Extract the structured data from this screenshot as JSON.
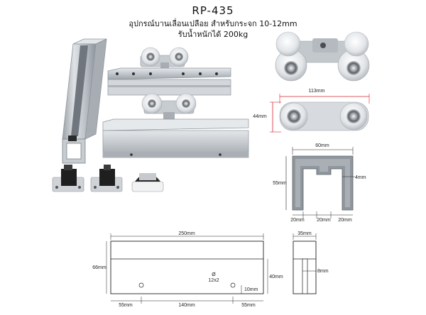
{
  "header": {
    "model": "RP-435",
    "line1": "อุปกรณ์บานเลื่อนเปลือย สำหรับกระจก 10-12mm",
    "line2": "รับน้ำหนักได้ 200kg"
  },
  "roller_dims": {
    "width": "113mm",
    "height": "44mm"
  },
  "channel_dims": {
    "width": "60mm",
    "height": "55mm",
    "thickness": "4mm",
    "gap_left": "20mm",
    "gap_mid": "20mm",
    "gap_right": "20mm"
  },
  "clamp_front": {
    "length": "250mm",
    "height": "66mm",
    "hole_left": "55mm",
    "hole_spacing": "140mm",
    "hole_right": "55mm",
    "hole_spec_1": "Ø",
    "hole_spec_2": "12x2",
    "hole_height": "10mm"
  },
  "clamp_side": {
    "width": "35mm",
    "height": "40mm",
    "slot": "8mm"
  },
  "colors": {
    "dim_red": "#d8232a",
    "aluminum": "#c9cdd2",
    "roller_white": "#eef0f2"
  }
}
